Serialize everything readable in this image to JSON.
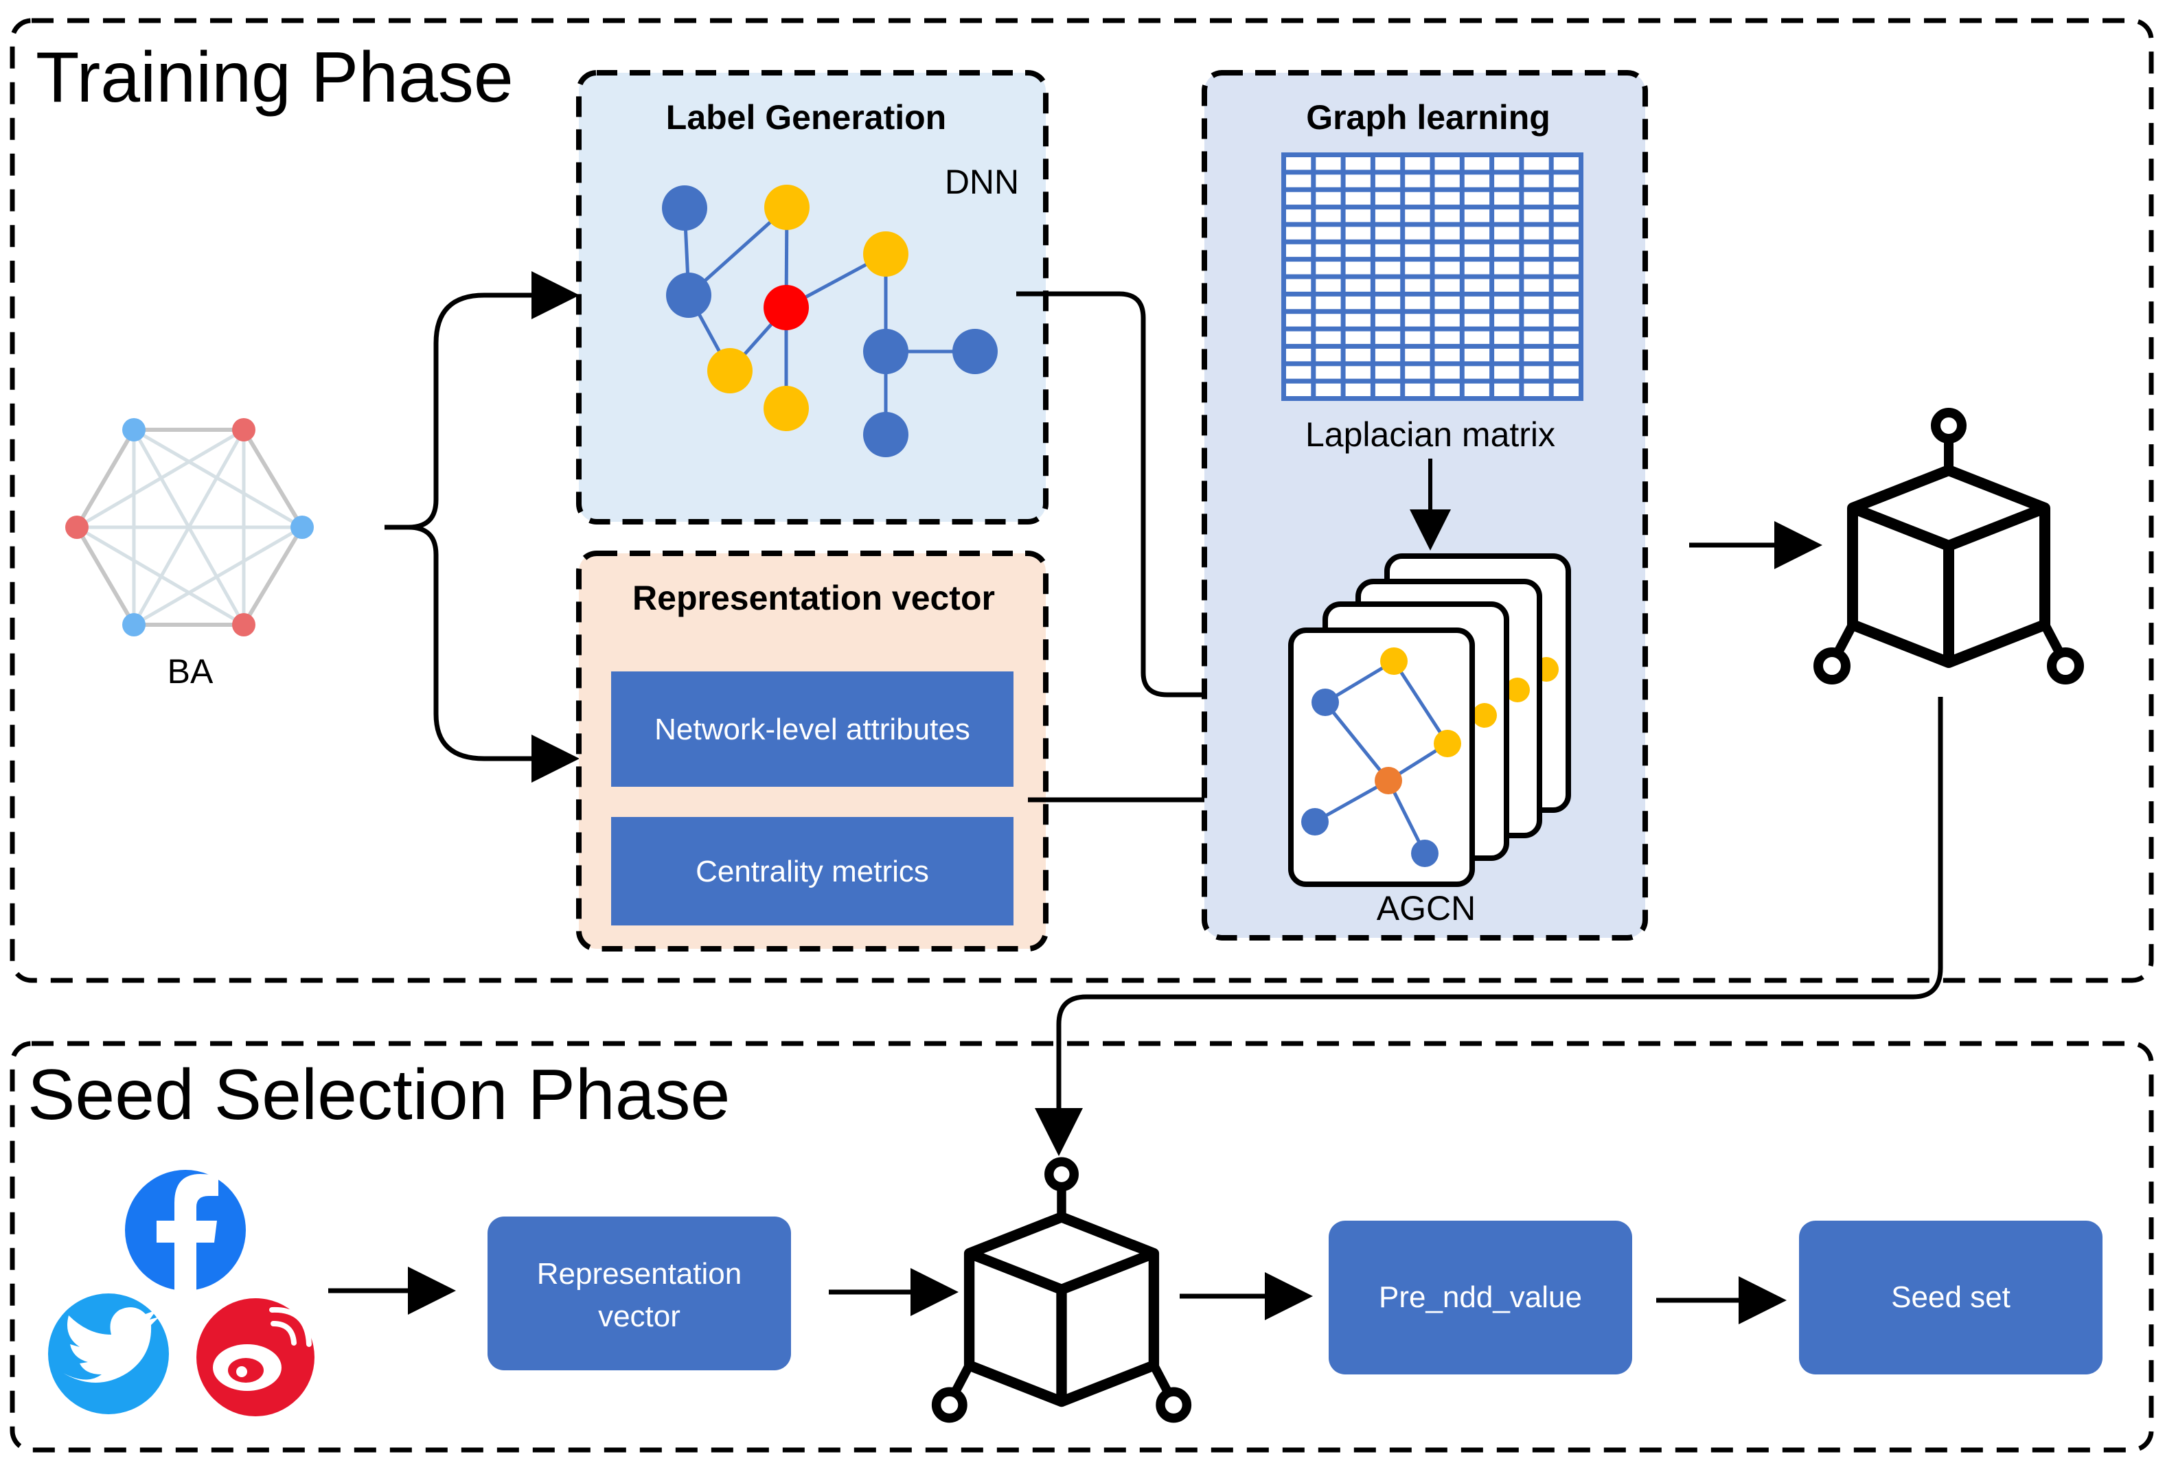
{
  "training_phase": {
    "title": "Training Phase",
    "input_label": "BA",
    "label_generation": {
      "title": "Label Generation",
      "model_label": "DNN"
    },
    "representation_vector": {
      "title": "Representation vector",
      "items": [
        "Network-level attributes",
        "Centrality metrics"
      ]
    },
    "graph_learning": {
      "title": "Graph learning",
      "matrix_label": "Laplacian matrix",
      "model_label": "AGCN"
    },
    "output_icon": "model-cube-icon"
  },
  "seed_selection_phase": {
    "title": "Seed Selection Phase",
    "sources": [
      "facebook-icon",
      "twitter-icon",
      "weibo-icon"
    ],
    "steps": {
      "representation": [
        "Representation",
        "vector"
      ],
      "model_icon": "model-cube-icon",
      "prediction": "Pre_ndd_value",
      "result": "Seed set"
    }
  },
  "colors": {
    "node_blue": "#4472C4",
    "node_yellow": "#FFC000",
    "node_red": "#FF0000",
    "node_orange": "#ED7D31",
    "label_panel": "#DEEBF7",
    "representation_panel": "#FBE5D6",
    "graph_panel": "#DAE3F3",
    "step_box": "#4472C4"
  }
}
